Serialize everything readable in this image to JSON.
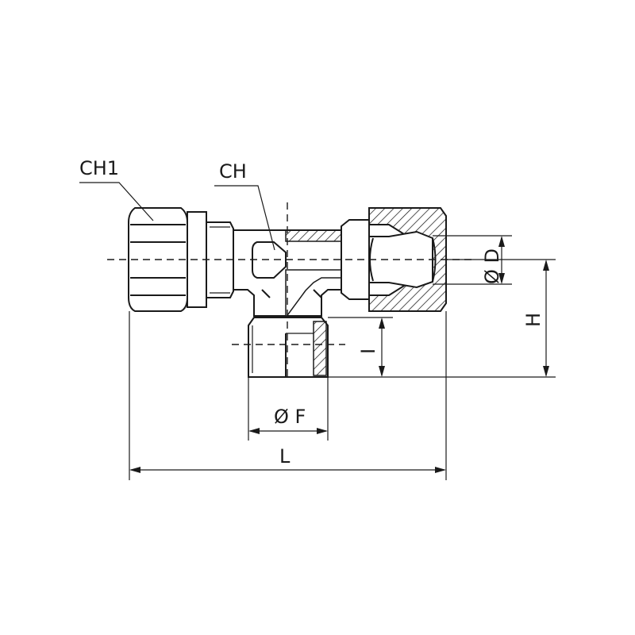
{
  "title": "Tee fitting technical drawing",
  "labels": {
    "ch1": "CH1",
    "ch": "CH",
    "diameter_d": "Ø D",
    "height_h": "H",
    "length_i": "I",
    "diameter_f": "Ø F",
    "length_l": "L"
  },
  "colors": {
    "line": "#1a1a1a",
    "background": "#ffffff"
  }
}
